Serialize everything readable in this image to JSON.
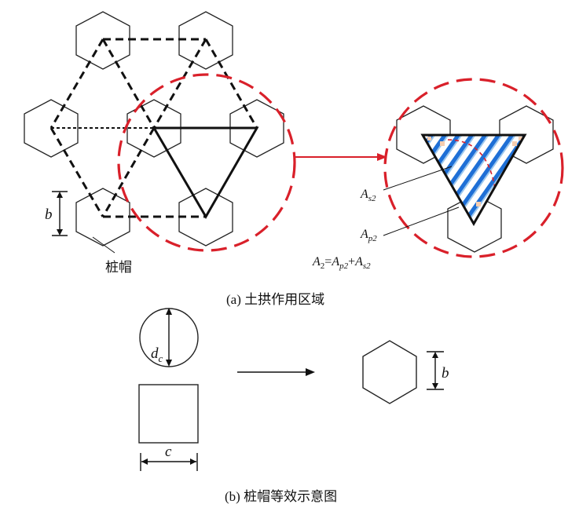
{
  "figure_a": {
    "caption": "(a) 土拱作用区域",
    "cap_label": "桩帽",
    "dim_label": "b",
    "labels": {
      "as2_main": "A",
      "as2_sub": "s2",
      "ap2_main": "A",
      "ap2_sub": "p2",
      "eq_a": "A",
      "eq_2": "2",
      "eq_eq": "=",
      "eq_a2": "A",
      "eq_p2": "p2",
      "eq_plus": "+",
      "eq_a3": "A",
      "eq_s2": "s2"
    },
    "colors": {
      "dashed_circle": "#d9202a",
      "arrow": "#d9202a",
      "stripe_blue": "#1e6fd6",
      "stripe_light": "#9cc7ee",
      "fill_peach": "#f6cdb0"
    }
  },
  "figure_b": {
    "caption": "(b) 桩帽等效示意图",
    "dc_main": "d",
    "dc_sub": "c",
    "c_label": "c",
    "b_label": "b"
  }
}
